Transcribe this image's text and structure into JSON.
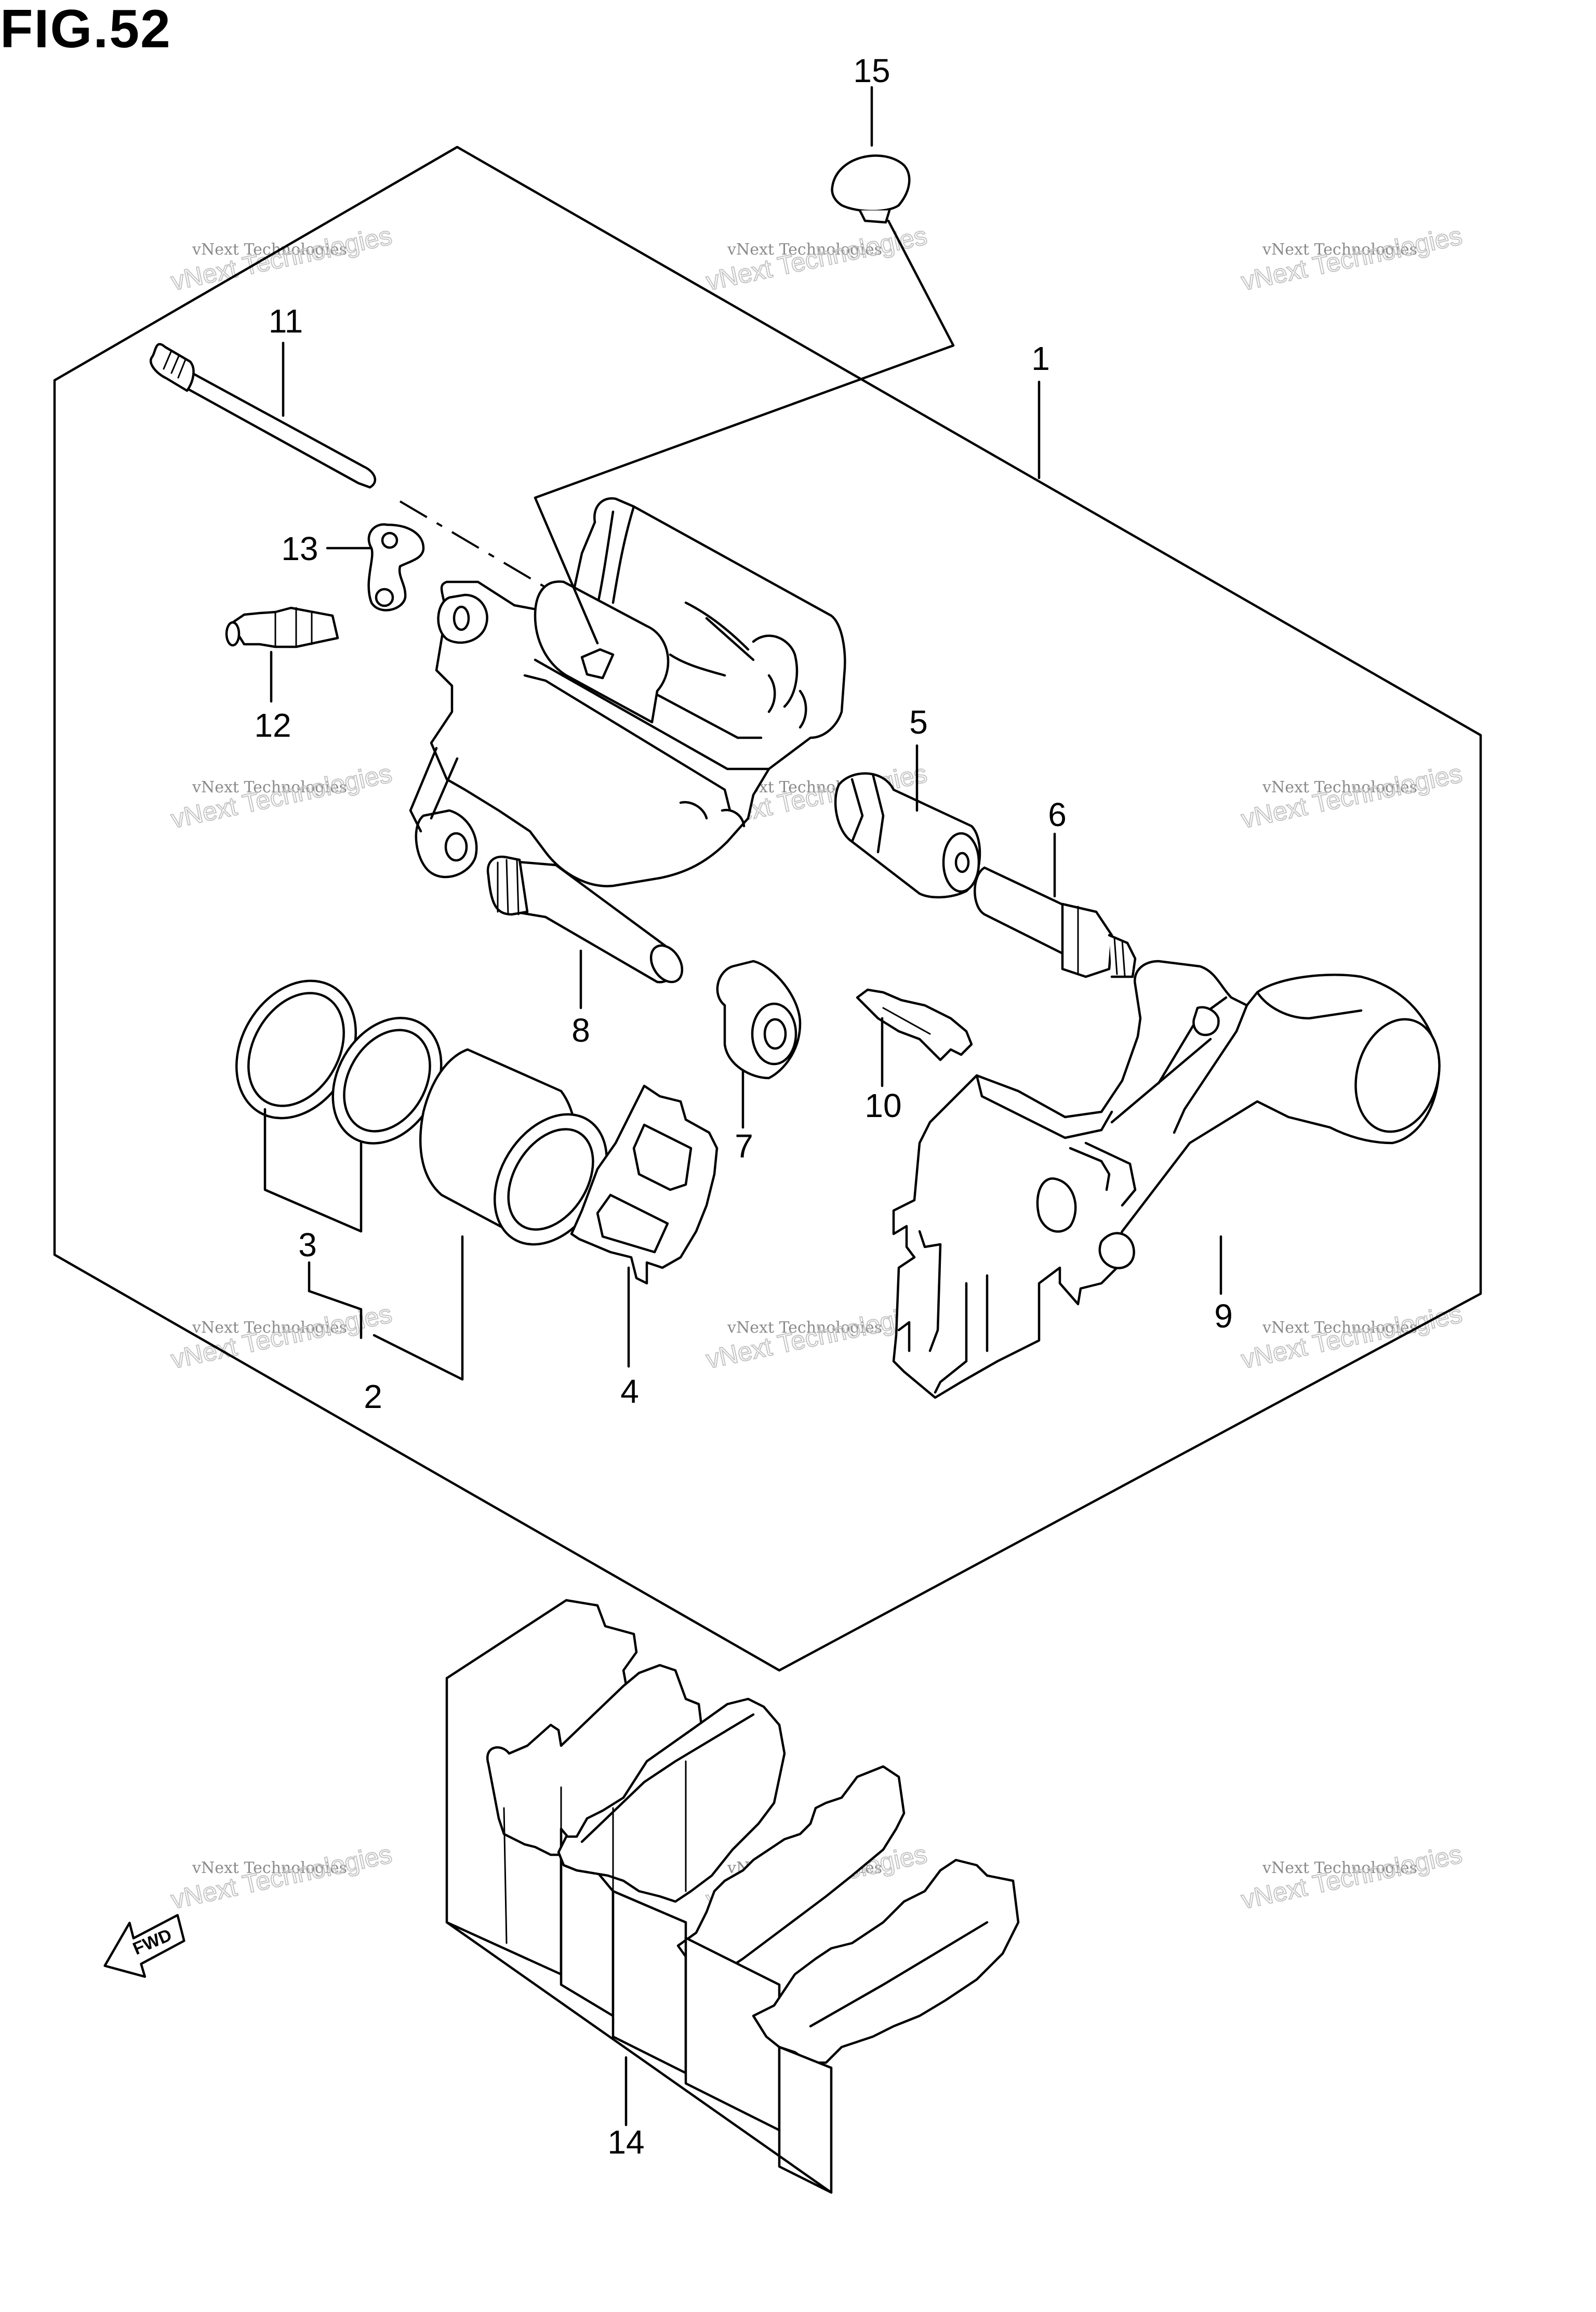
{
  "figure": {
    "title": "FIG.52"
  },
  "callouts": [
    "1",
    "2",
    "3",
    "4",
    "5",
    "6",
    "7",
    "8",
    "9",
    "10",
    "11",
    "12",
    "13",
    "14",
    "15"
  ],
  "watermark": {
    "line1": "vNext Technologies",
    "line2": "vNext Technologies"
  },
  "fwd_label": "FWD"
}
